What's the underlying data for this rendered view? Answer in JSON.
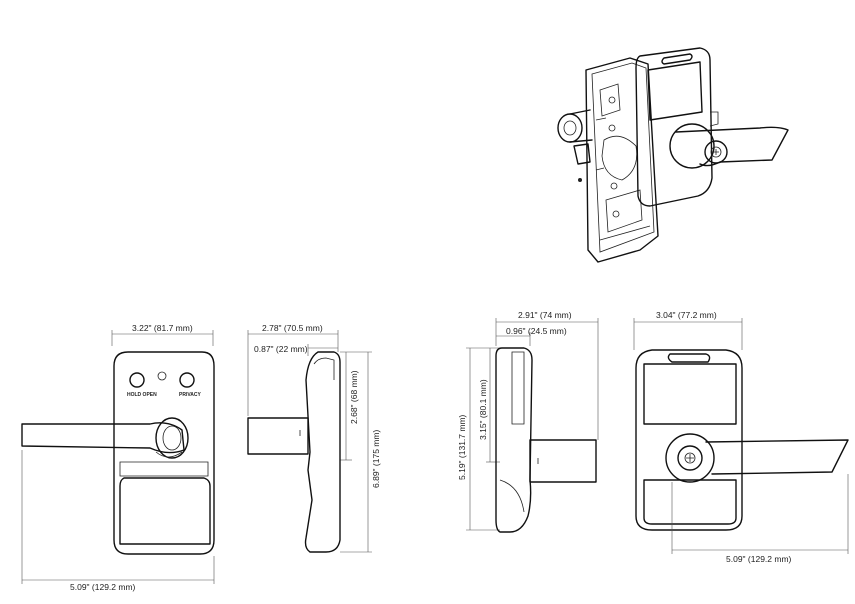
{
  "labels": {
    "front_width": "3.22\" (81.7 mm)",
    "front_lever": "5.09\" (129.2 mm)",
    "front_btn_left": "HOLD OPEN",
    "front_btn_right": "PRIVACY",
    "side_depth": "2.78\" (70.5 mm)",
    "side_top": "0.87\" (22 mm)",
    "side_upper_height": "2.68\" (68 mm)",
    "side_total_height": "6.89\" (175 mm)",
    "side2_depth": "2.91\" (74 mm)",
    "side2_top": "0.96\" (24.5 mm)",
    "side2_upper_height": "3.15\" (80.1 mm)",
    "side2_total_height": "5.19\" (131.7 mm)",
    "front2_width": "3.04\" (77.2 mm)",
    "front2_lever": "5.09\" (129.2 mm)"
  }
}
